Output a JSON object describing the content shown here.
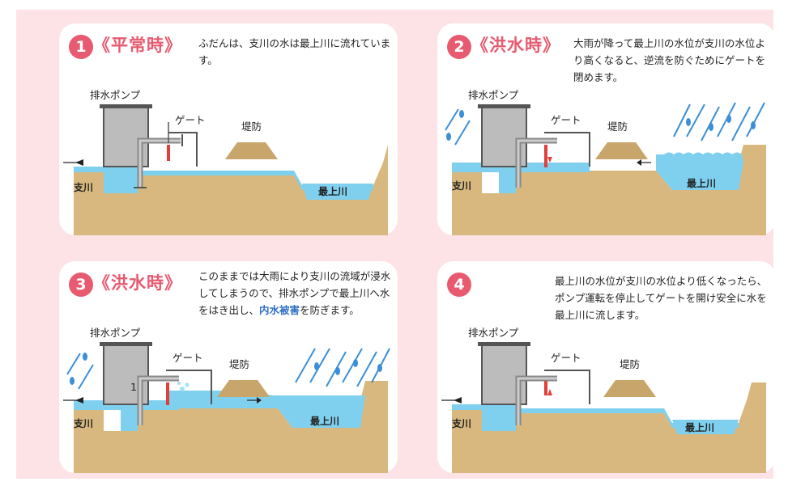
{
  "panels": [
    {
      "num": "1",
      "title": "《平常時》",
      "desc": "ふだんは、支川の水は最上川に流れています。",
      "pump": "排水ポンプ",
      "gate": "ゲート",
      "levee": "堤防",
      "tributary": "支川",
      "river": "最上川"
    },
    {
      "num": "2",
      "title": "《洪水時》",
      "desc": "大雨が降って最上川の水位が支川の水位より高くなると、逆流を防ぐためにゲートを閉めます。",
      "pump": "排水ポンプ",
      "gate": "ゲート",
      "levee": "堤防",
      "tributary": "支川",
      "river": "最上川"
    },
    {
      "num": "3",
      "title": "《洪水時》",
      "desc_a": "このままでは大雨により支川の流域が浸水してしまうので、排水ポンプで最上川へ水をはき出し、",
      "desc_hl": "内水被害",
      "desc_b": "を防ぎます。",
      "pump": "排水ポンプ",
      "gate": "ゲート",
      "levee": "堤防",
      "tributary": "支川",
      "river": "最上川",
      "marker": "1"
    },
    {
      "num": "4",
      "desc": "最上川の水位が支川の水位より低くなったら、ポンプ運転を停止してゲートを開け安全に水を最上川に流します。",
      "pump": "排水ポンプ",
      "gate": "ゲート",
      "levee": "堤防",
      "tributary": "支川",
      "river": "最上川"
    }
  ],
  "colors": {
    "frame": "#fde3e6",
    "water": "#7fd0ee",
    "ground": "#d8b87e",
    "building": "#bcbcbc",
    "accent": "#e85a70",
    "rain": "#3a8fd6",
    "gate": "#e0403c"
  }
}
